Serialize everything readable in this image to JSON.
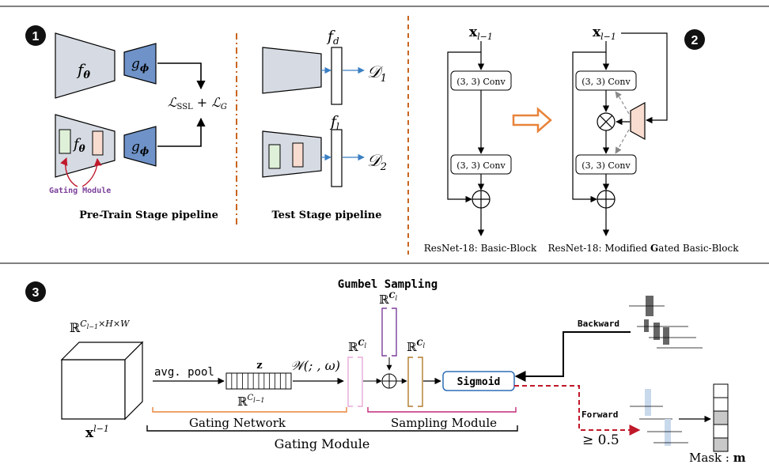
{
  "badges": {
    "one": "1",
    "two": "2",
    "three": "3"
  },
  "panel1": {
    "f_theta": "f",
    "f_theta_sub": "θ",
    "g_phi": "g",
    "g_phi_sub": "ϕ",
    "loss": "ℒ",
    "loss_sub1": "SSL",
    "loss_plus": " + ℒ",
    "loss_sub2": "G",
    "gating_module": "Gating Module",
    "pretrain_caption": "Pre-Train Stage pipeline",
    "f_d": "f",
    "f_d_sub": "d",
    "f_l": "f",
    "f_l_sub": "l",
    "D1": "𝒟",
    "D1_sub": "1",
    "D2": "𝒟",
    "D2_sub": "2",
    "test_caption": "Test Stage pipeline"
  },
  "panel2": {
    "x_in": "x",
    "x_in_sub": "l−1",
    "conv1": "(3, 3) Conv",
    "conv2": "(3, 3) Conv",
    "basic_caption": "ResNet-18: Basic-Block",
    "mod_caption_pre": "ResNet-18: Modified ",
    "mod_caption_bold": "G",
    "mod_caption_post": "ated Basic-Block"
  },
  "panel3": {
    "gumbel_title": "Gumbel Sampling",
    "input_space": "ℝ",
    "input_space_sup": "C",
    "input_space_sup_sub": "l−1",
    "input_space_sup_rest": "×H×W",
    "x_label": "x",
    "x_label_sup": "l−1",
    "avg_pool": "avg. pool",
    "z_label": "z",
    "z_space": "ℝ",
    "z_space_sup": "C",
    "z_space_sup_sub": "l−1",
    "w_label": "𝒲(; , ω)",
    "r_cl": "ℝ",
    "r_cl_sup": "C",
    "r_cl_sup_sub": "l",
    "sigmoid": "Sigmoid",
    "backward": "Backward",
    "forward": "Forward",
    "threshold": "≥ 0.5",
    "gating_network": "Gating Network",
    "sampling_module": "Sampling Module",
    "gating_module": "Gating Module",
    "mask_label": "Mask : ",
    "mask_sym": "m"
  },
  "colors": {
    "trap_gray": "#d6dbe3",
    "g_blue": "#6f93c8",
    "gate_green": "#dff0d8",
    "gate_pink": "#f8dccf",
    "sep_orange": "#c8651f",
    "arrow_blue": "#3b7fc4",
    "gating_purple": "#7b3f9a",
    "red_dash": "#c0182b",
    "sigmoid_border": "#2f6fb5",
    "light_blue_bar": "#c9d9ec"
  }
}
